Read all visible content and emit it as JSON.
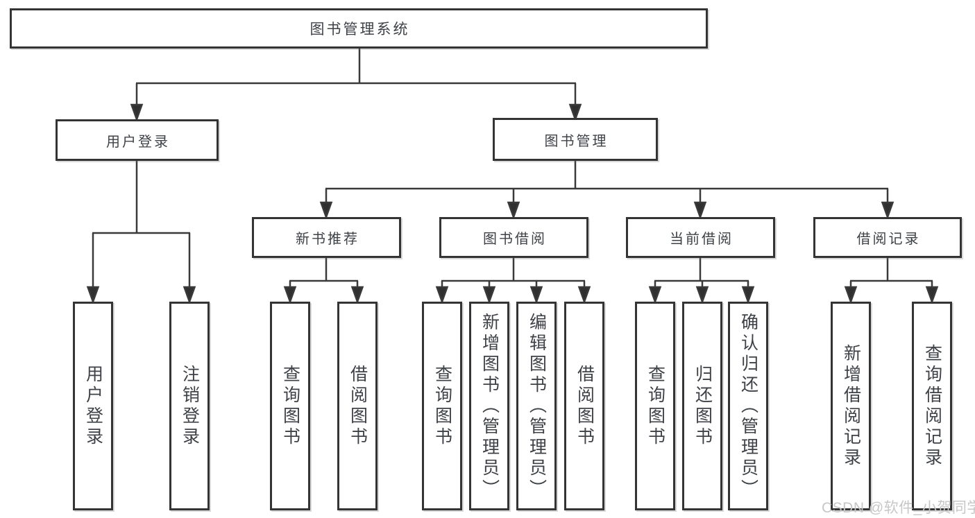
{
  "diagram": {
    "root": {
      "label": "图书管理系统"
    },
    "level2": [
      {
        "label": "用户登录"
      },
      {
        "label": "图书管理"
      }
    ],
    "level3": [
      {
        "label": "新书推荐"
      },
      {
        "label": "图书借阅"
      },
      {
        "label": "当前借阅"
      },
      {
        "label": "借阅记录"
      }
    ],
    "leaves": {
      "user_login": [
        "用户登录",
        "注销登录"
      ],
      "new_book_recommend": [
        "查询图书",
        "借阅图书"
      ],
      "book_borrow": [
        "查询图书",
        "新增图书（管理员）",
        "编辑图书（管理员）",
        "借阅图书"
      ],
      "current_borrow": [
        "查询图书",
        "归还图书",
        "确认归还（管理员）"
      ],
      "borrow_record": [
        "新增借阅记录",
        "查询借阅记录"
      ]
    },
    "colors": {
      "line": "#3a3a3a",
      "text": "#3e4146",
      "box_background": "#ffffff",
      "watermark": "#c7c7c7"
    },
    "watermark": "CSDN @软件_小贺同学"
  }
}
